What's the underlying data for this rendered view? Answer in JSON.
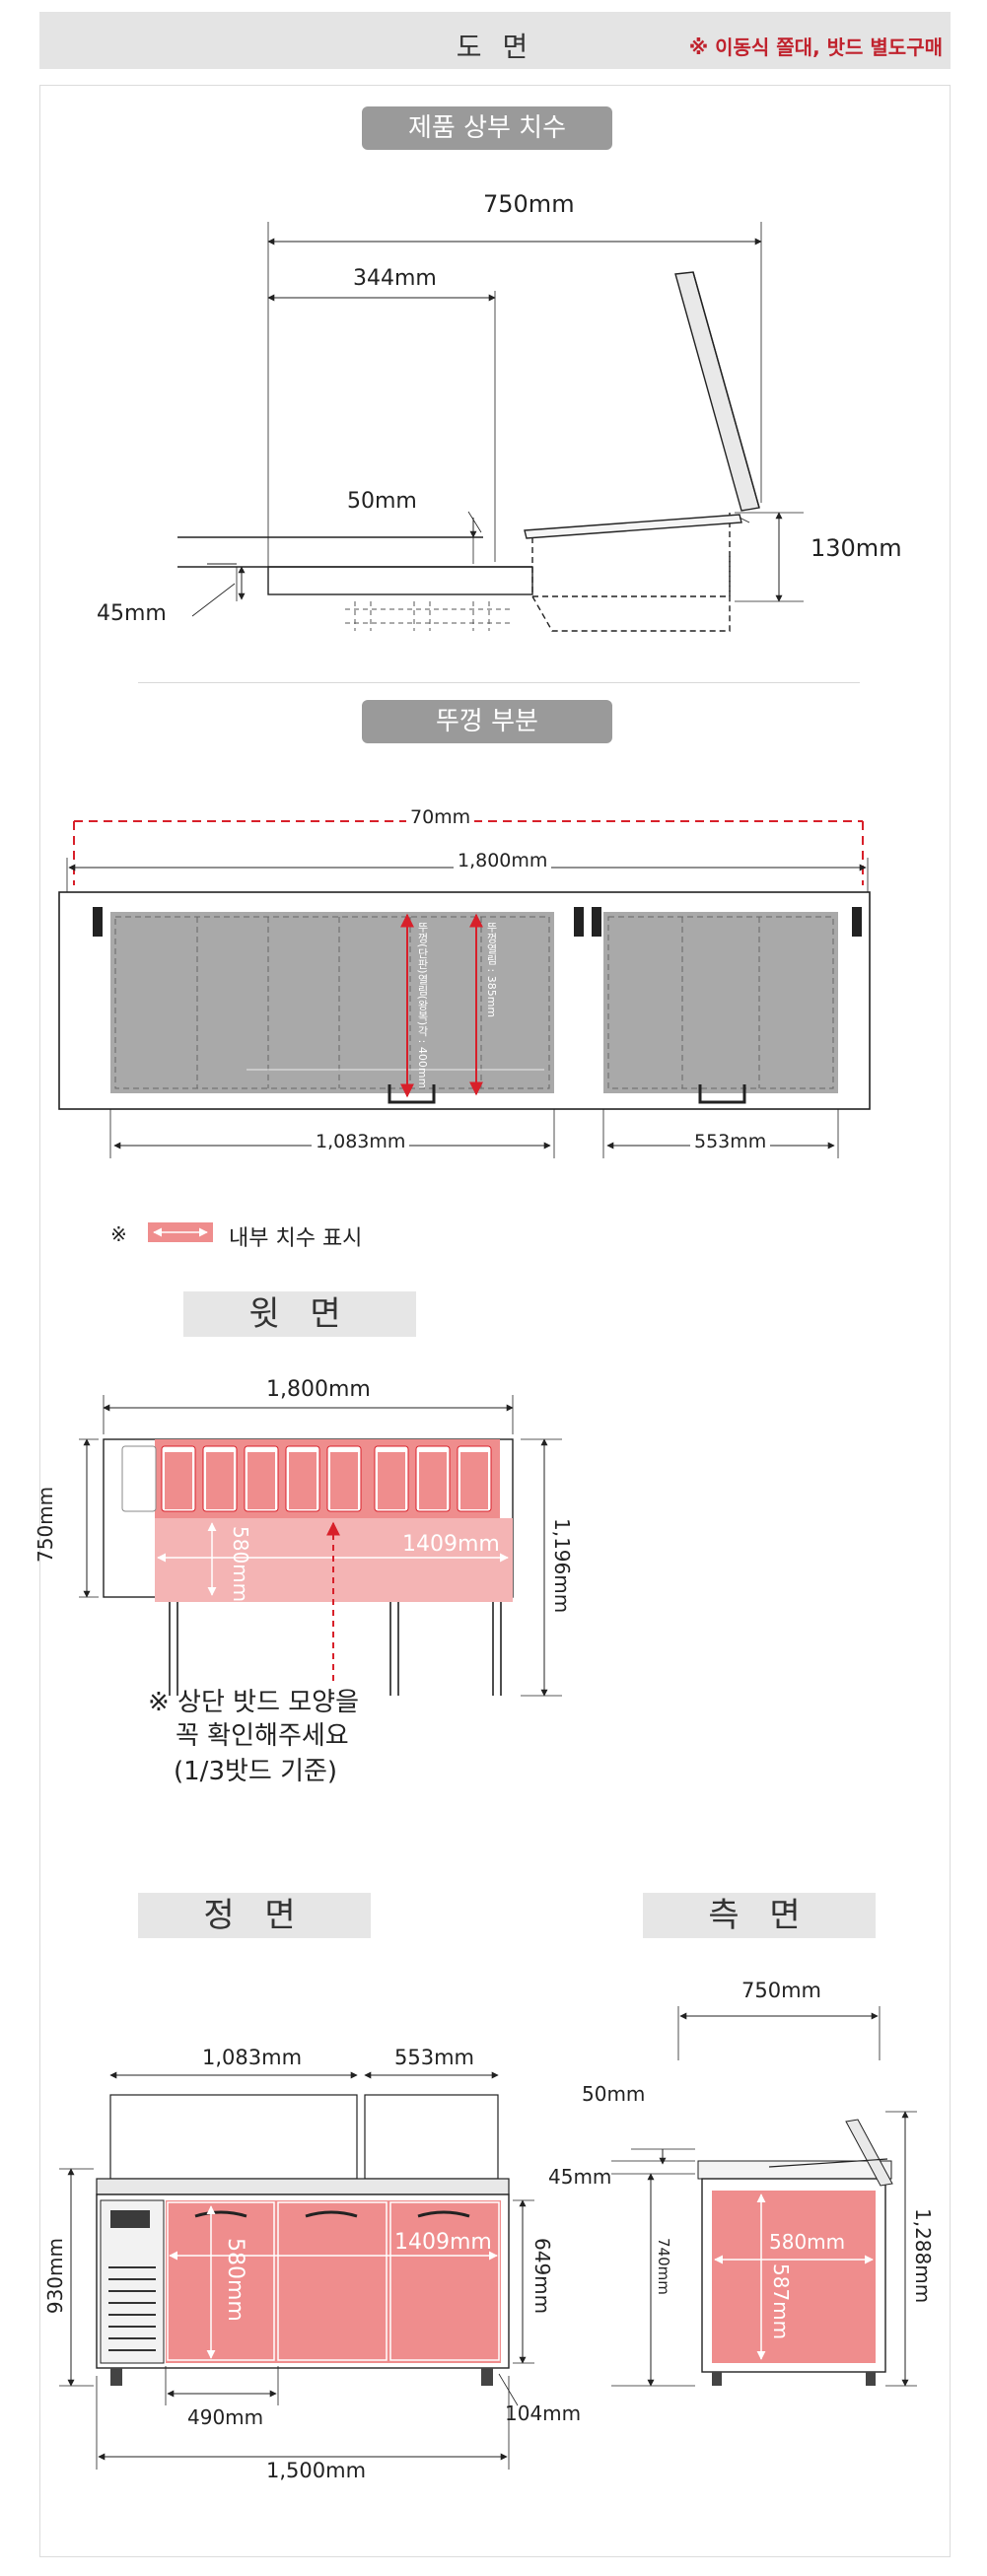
{
  "header": {
    "title": "도 면",
    "note": "※ 이동식 쫄대, 밧드 별도구매"
  },
  "sec1": {
    "title": "제품 상부 치수",
    "d750": "750mm",
    "d344": "344mm",
    "d50": "50mm",
    "d130": "130mm",
    "d45": "45mm"
  },
  "sec2": {
    "title": "뚜껑 부분",
    "d70": "70mm",
    "d1800": "1,800mm",
    "d1083": "1,083mm",
    "d553": "553mm",
    "v1": "뚜껑(단판)열림(왕복)각 : 400mm",
    "v2": "뚜껑열림 : 385mm"
  },
  "legend": {
    "symbol": "※",
    "text": "내부 치수 표시"
  },
  "top": {
    "title": "윗 면",
    "d1800": "1,800mm",
    "d750": "750mm",
    "d580": "580mm",
    "d1409": "1409mm",
    "d1196": "1,196mm",
    "note1": "※ 상단 밧드 모양을",
    "note2": "꼭 확인해주세요",
    "note3": "(1/3밧드 기준)"
  },
  "front": {
    "title": "정 면",
    "d1083": "1,083mm",
    "d553": "553mm",
    "d930": "930mm",
    "d580": "580mm",
    "d1409": "1409mm",
    "d649": "649mm",
    "d490": "490mm",
    "d104": "104mm",
    "d1500": "1,500mm"
  },
  "side": {
    "title": "측 면",
    "d750": "750mm",
    "d50": "50mm",
    "d45": "45mm",
    "d740": "740mm",
    "d580": "580mm",
    "d587": "587mm",
    "d1288": "1,288mm"
  },
  "colors": {
    "pink": "#ef8d8d",
    "red": "#e24545",
    "gray": "#a9a9a9"
  }
}
